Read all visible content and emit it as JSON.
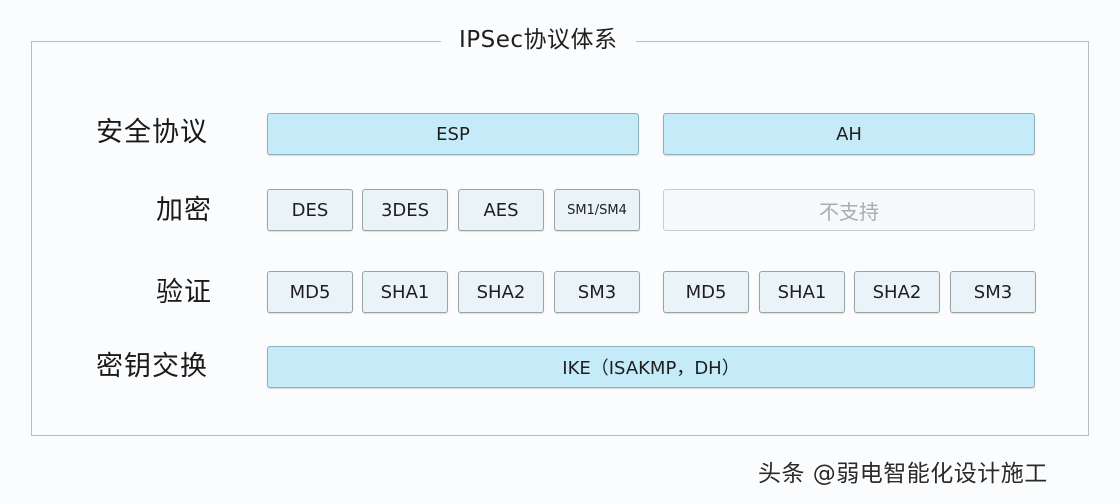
{
  "diagram": {
    "title": "IPSec协议体系",
    "rows": {
      "protocol": {
        "label": "安全协议"
      },
      "encryption": {
        "label": "加密"
      },
      "authentication": {
        "label": "验证"
      },
      "key_exchange": {
        "label": "密钥交换"
      }
    },
    "esp": {
      "protocol": "ESP",
      "encryption": [
        "DES",
        "3DES",
        "AES",
        "SM1/SM4"
      ],
      "authentication": [
        "MD5",
        "SHA1",
        "SHA2",
        "SM3"
      ]
    },
    "ah": {
      "protocol": "AH",
      "encryption": "不支持",
      "authentication": [
        "MD5",
        "SHA1",
        "SHA2",
        "SM3"
      ]
    },
    "key_exchange": "IKE（ISAKMP，DH）",
    "colors": {
      "wide_box_fill": "#c5eaf8",
      "small_box_fill": "#eaf3f7",
      "frame_border": "#b9bcc2",
      "unsupported_text": "#a9adb0"
    }
  },
  "watermark": "头条 @弱电智能化设计施工"
}
